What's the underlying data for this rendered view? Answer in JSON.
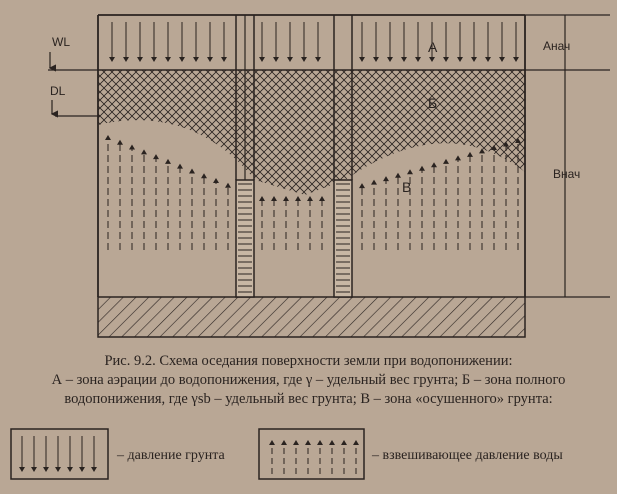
{
  "figure": {
    "labels": {
      "wl": "WL",
      "dl": "DL",
      "zone_a": "A",
      "zone_b": "Б",
      "zone_v": "В",
      "a_nach": "Aнач",
      "b_nach": "Bнач"
    }
  },
  "caption": {
    "line1": "Рис. 9.2. Схема оседания поверхности земли при водопонижении:",
    "line2": "А – зона аэрации до водопонижения, где γ – удельный вес грунта; Б – зона полного",
    "line3": "водопонижения, где γsb – удельный вес грунта; В – зона «осушенного» грунта:"
  },
  "legend": {
    "soil_pressure": "– давление грунта",
    "buoyancy_pressure": "– взвешивающее давление воды"
  },
  "colors": {
    "background": "#b9a795",
    "ink": "#2a2320"
  }
}
